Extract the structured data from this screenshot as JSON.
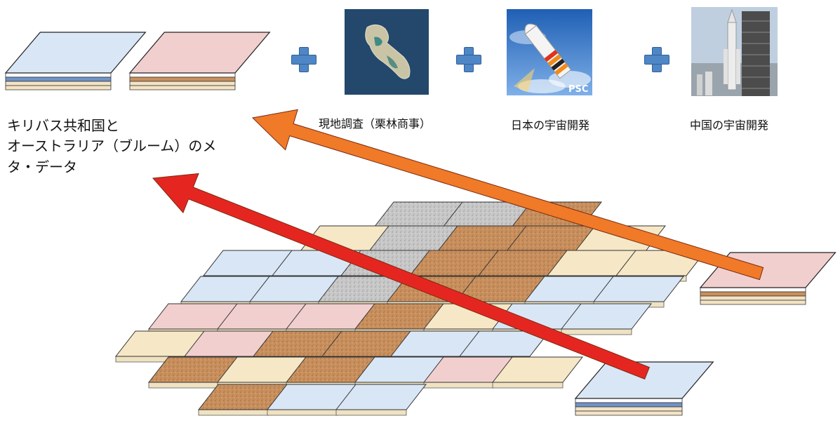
{
  "labels": {
    "metadata_line1": "キリバス共和国と",
    "metadata_line2": "オーストラリア（ブルーム）のメ",
    "metadata_line3": "タ・データ",
    "field_survey": "現地調査（栗林商事）",
    "japan_space": "日本の宇宙開発",
    "china_space": "中国の宇宙開発",
    "psc_mark": "PSC"
  },
  "icons": {
    "plus": "plus-icon",
    "arrow_orange": "arrow-icon",
    "arrow_red": "arrow-icon"
  },
  "colors": {
    "plus_fill": "#4f86c6",
    "arrow_orange": "#f07a28",
    "arrow_red": "#e52620",
    "tile_blue": "#d9e6f5",
    "tile_pink": "#f2cfcf",
    "tile_cream": "#f6e7c6",
    "tile_brown": "#c98f5c",
    "tile_gray": "#c8c8c8"
  }
}
